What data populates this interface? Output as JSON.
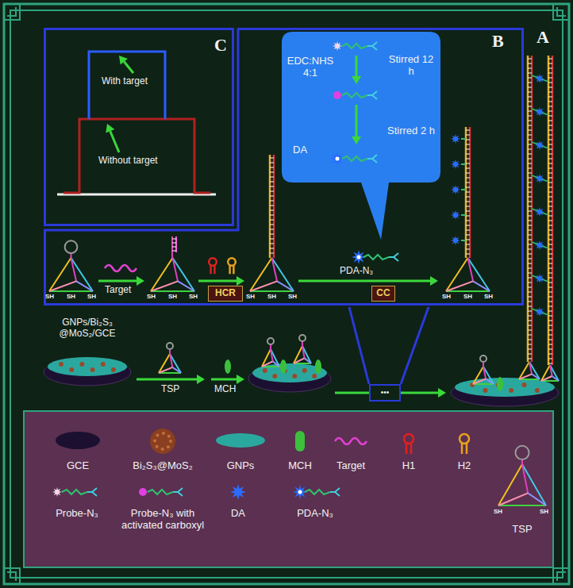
{
  "diagram": {
    "nodes": [
      {
        "text": [
          "C"
        ]
      },
      {
        "text": [
          "B"
        ]
      },
      {
        "text": [
          "EDC:NHS 4:1",
          "Stirred 12 h",
          "DA",
          "Stirred 2 h"
        ],
        "in": 1
      },
      {
        "text": [
          "HCR"
        ],
        "in": 1
      },
      {
        "text": [
          "CC"
        ],
        "in": 1
      },
      {
        "text": [
          "•••"
        ]
      }
    ],
    "labels": [
      "A",
      "With target",
      "Without target",
      "Target",
      "PDA-N₃",
      "SH",
      "SH",
      "SH",
      "SH",
      "SH",
      "SH",
      "SH",
      "SH",
      "SH",
      "SH",
      "SH",
      "SH",
      "GNPs/Bi₂S₃ @MoS₂/GCE",
      "TSP",
      "MCH",
      "SH",
      "SH"
    ],
    "legend": [
      {
        "text": "GCE",
        "color": "#1c1030"
      },
      {
        "text": "Bi₂S₃@MoS₂"
      },
      {
        "text": "GNPs",
        "color": "#2aa8a0"
      },
      {
        "text": "MCH",
        "color": "#3cc03c"
      },
      {
        "text": "Target"
      },
      {
        "text": "H1"
      },
      {
        "text": "H2"
      },
      {
        "text": "Probe-N₃"
      },
      {
        "text": "Probe-N₃ with activated carboxyl"
      },
      {
        "text": "DA"
      },
      {
        "text": "PDA-N₃"
      },
      {
        "text": "TSP"
      }
    ]
  }
}
